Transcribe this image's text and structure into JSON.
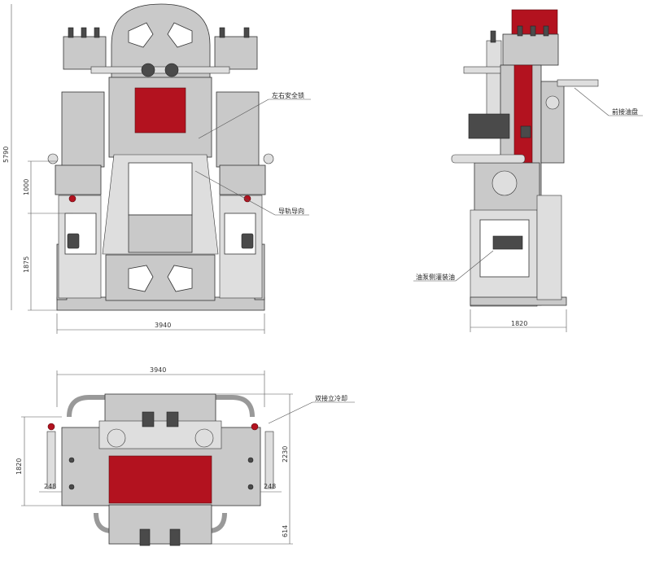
{
  "dimensions": {
    "front_width": "3940",
    "front_height_total": "5790",
    "front_height_upper": "1000",
    "front_height_lower": "1875",
    "side_depth": "1820",
    "top_width": "3940",
    "top_depth": "1820",
    "top_offset_left": "248",
    "top_offset_right": "248",
    "top_height_right": "2230",
    "top_bottom_offset": "614"
  },
  "callouts": {
    "safety_lock": "左右安全锁",
    "guide_rail": "导轨导向",
    "front_oil_tank": "前接油盘",
    "oil_pump_lube": "油泵侧灌装油",
    "dual_cooling": "双接立冷却"
  },
  "colors": {
    "machine_body": "#c9c9c9",
    "red_panel": "#b3121f",
    "outline": "#333333"
  }
}
